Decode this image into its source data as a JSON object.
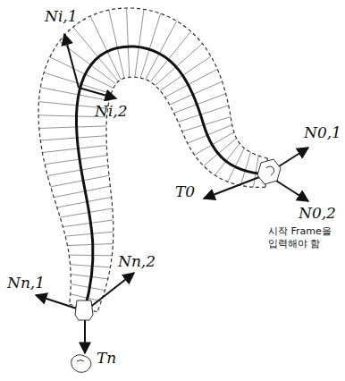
{
  "diagram": {
    "labels": [
      "Ni,1",
      "Ni,2",
      "N0,1",
      "T0",
      "N0,2",
      "시작 Frame을 입력해야 함",
      "Nn,1",
      "Nn,2",
      "Tn"
    ]
  }
}
